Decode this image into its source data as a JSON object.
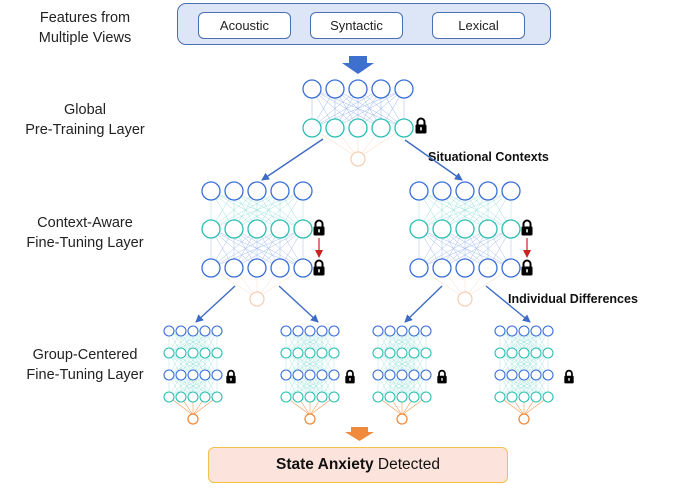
{
  "labels": {
    "features": [
      "Features from",
      "Multiple Views"
    ],
    "global": [
      "Global",
      "Pre-Training Layer"
    ],
    "context": [
      "Context-Aware",
      "Fine-Tuning Layer"
    ],
    "group": [
      "Group-Centered",
      "Fine-Tuning Layer"
    ]
  },
  "features": [
    "Acoustic",
    "Syntactic",
    "Lexical"
  ],
  "annotations": {
    "situational": "Situational Contexts",
    "individual": "Individual Differences"
  },
  "result": {
    "bold": "State Anxiety",
    "rest": " Detected"
  },
  "colors": {
    "blue_node": "#3a6fd8",
    "teal_node": "#2bbfb3",
    "orange_node": "#f08a3c",
    "faded_node": "#f6cdb0",
    "arrow_blue": "#3d6cc4",
    "arrow_red": "#cc2222",
    "box_fill": "#dde6f6",
    "result_fill": "#fce4dc",
    "result_border": "#f2c24a"
  },
  "icons": [
    "down-arrow-icon",
    "lock-icon",
    "down-arrow-orange-icon"
  ]
}
